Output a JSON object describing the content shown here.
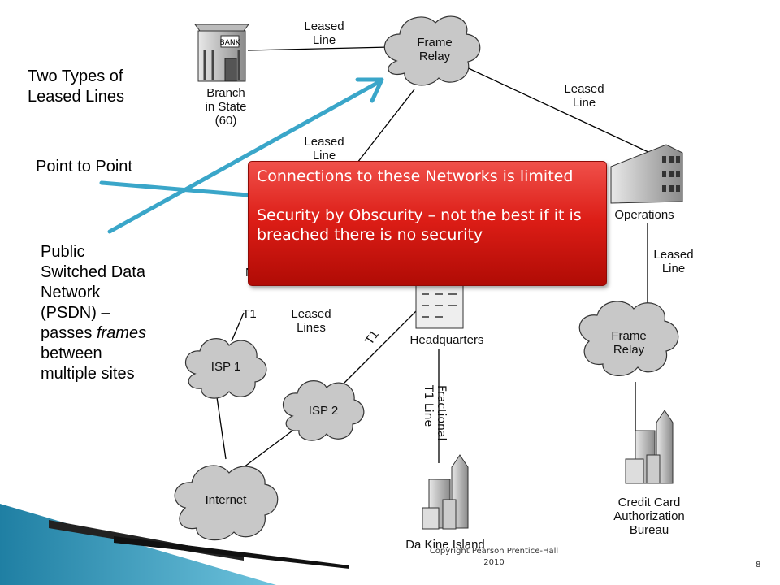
{
  "side_text": {
    "two_types": [
      "Two Types of",
      "Leased Lines"
    ],
    "point_to_point": "Point to Point",
    "psdn": [
      "Public",
      "Switched Data",
      "Network",
      "(PSDN) –",
      "passes",
      "frames",
      "between",
      "multiple sites"
    ]
  },
  "sites": {
    "branch": [
      "Branch",
      "in State",
      "(60)"
    ],
    "branch_sign": "BANK",
    "operations": "Operations",
    "headquarters": "Headquarters",
    "da_kine": "Da Kine Island",
    "credit_card": [
      "Credit Card",
      "Authorization",
      "Bureau"
    ]
  },
  "clouds": {
    "frame_relay_top": [
      "Frame",
      "Relay"
    ],
    "frame_relay_right": [
      "Frame",
      "Relay"
    ],
    "isp1": "ISP 1",
    "isp2": "ISP 2",
    "internet": "Internet"
  },
  "links": {
    "leased_top": [
      "Leased",
      "Line"
    ],
    "leased_right_top": [
      "Leased",
      "Line"
    ],
    "leased_mid": [
      "Leased",
      "Line"
    ],
    "leased_right_mid": [
      "Leased",
      "Line"
    ],
    "leased_lines": [
      "Leased",
      "Lines"
    ],
    "t1_left": "T1",
    "t1_diag": "T1",
    "fractional": [
      "Fractional",
      "T1 Line"
    ],
    "partial_n": "N"
  },
  "callout": {
    "line1": "Connections to these Networks is limited",
    "line2": "Security by Obscurity – not the best if it is breached there is no security"
  },
  "footer": {
    "copyright": [
      "Copyright Pearson Prentice-Hall",
      "2010"
    ],
    "page_number": "8"
  },
  "colors": {
    "cloud_fill": "#c8c8c8",
    "arrow": "#3aa6c9",
    "callout_red": "#dc1d16",
    "accent_bar": "#2c8fb0"
  }
}
